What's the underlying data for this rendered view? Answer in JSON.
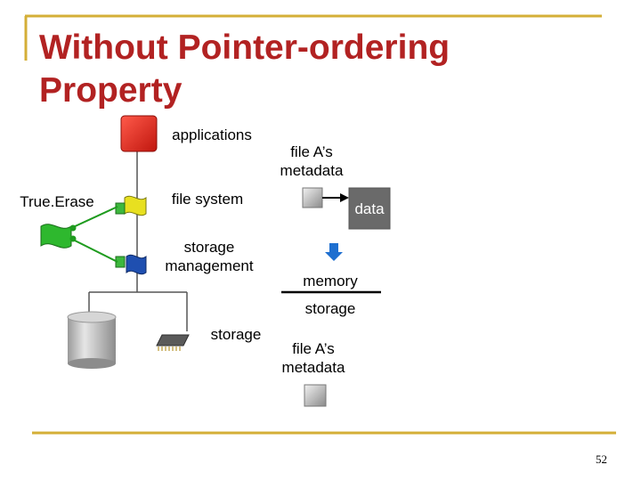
{
  "slide": {
    "title": "Without Pointer-ordering\nProperty",
    "page_number": "52"
  },
  "layers": {
    "applications": "applications",
    "file_system": "file system",
    "storage_management": "storage\nmanagement",
    "storage": "storage"
  },
  "left_label": "True.Erase",
  "right": {
    "metadata_top": "file A’s\nmetadata",
    "data": "data",
    "memory": "memory",
    "storage": "storage",
    "metadata_bottom": "file A’s\nmetadata"
  },
  "colors": {
    "title": "#b22222",
    "frame": "#d4af37",
    "applications_block": "#e8251b",
    "filesystem_block": "#e8e020",
    "storage_mgmt_block": "#1f4fb0",
    "trueerase_block": "#2eb82e",
    "connector_green": "#1e9b1e",
    "arrow_blue": "#1e6fd0",
    "data_box": "#6a6a6a"
  }
}
